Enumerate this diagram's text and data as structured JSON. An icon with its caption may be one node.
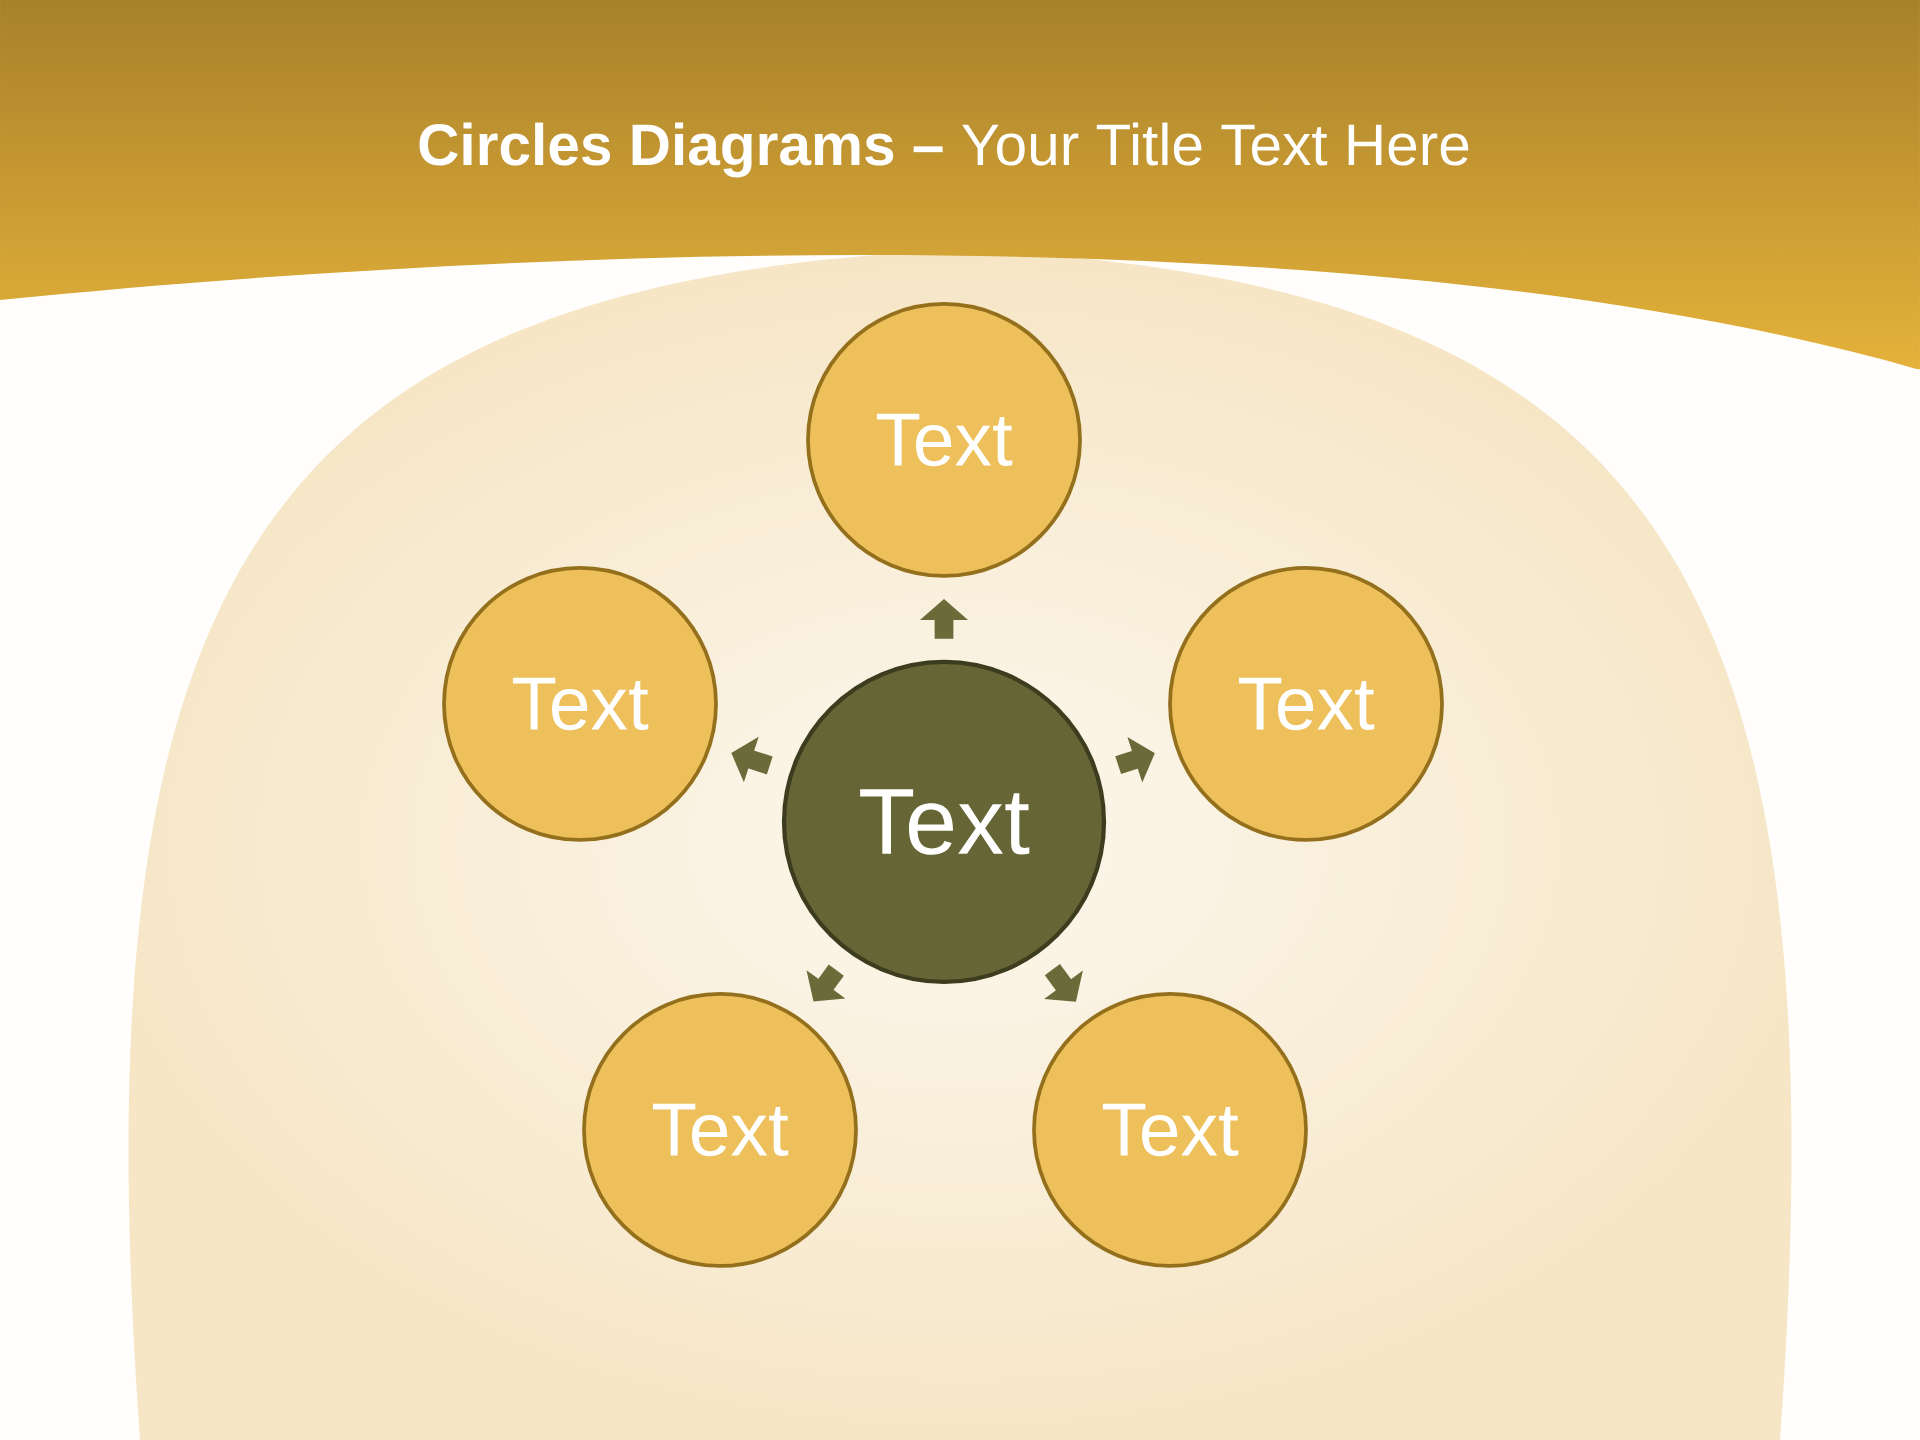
{
  "diagram": {
    "title": "**Circles Diagrams –** Your Title Text Here",
    "nodes": [
      {
        "text": [
          "Text"
        ]
      },
      {
        "text": [
          "Text"
        ]
      },
      {
        "text": [
          "Text"
        ]
      },
      {
        "text": [
          "Text"
        ]
      },
      {
        "text": [
          "Text"
        ]
      },
      {
        "text": [
          "Text"
        ]
      }
    ],
    "edges": [
      {
        "from": 0,
        "to": 1,
        "arrow": "to"
      },
      {
        "from": 0,
        "to": 2,
        "arrow": "to"
      },
      {
        "from": 0,
        "to": 3,
        "arrow": "to"
      },
      {
        "from": 0,
        "to": 4,
        "arrow": "to"
      },
      {
        "from": 0,
        "to": 5,
        "arrow": "to"
      }
    ]
  }
}
